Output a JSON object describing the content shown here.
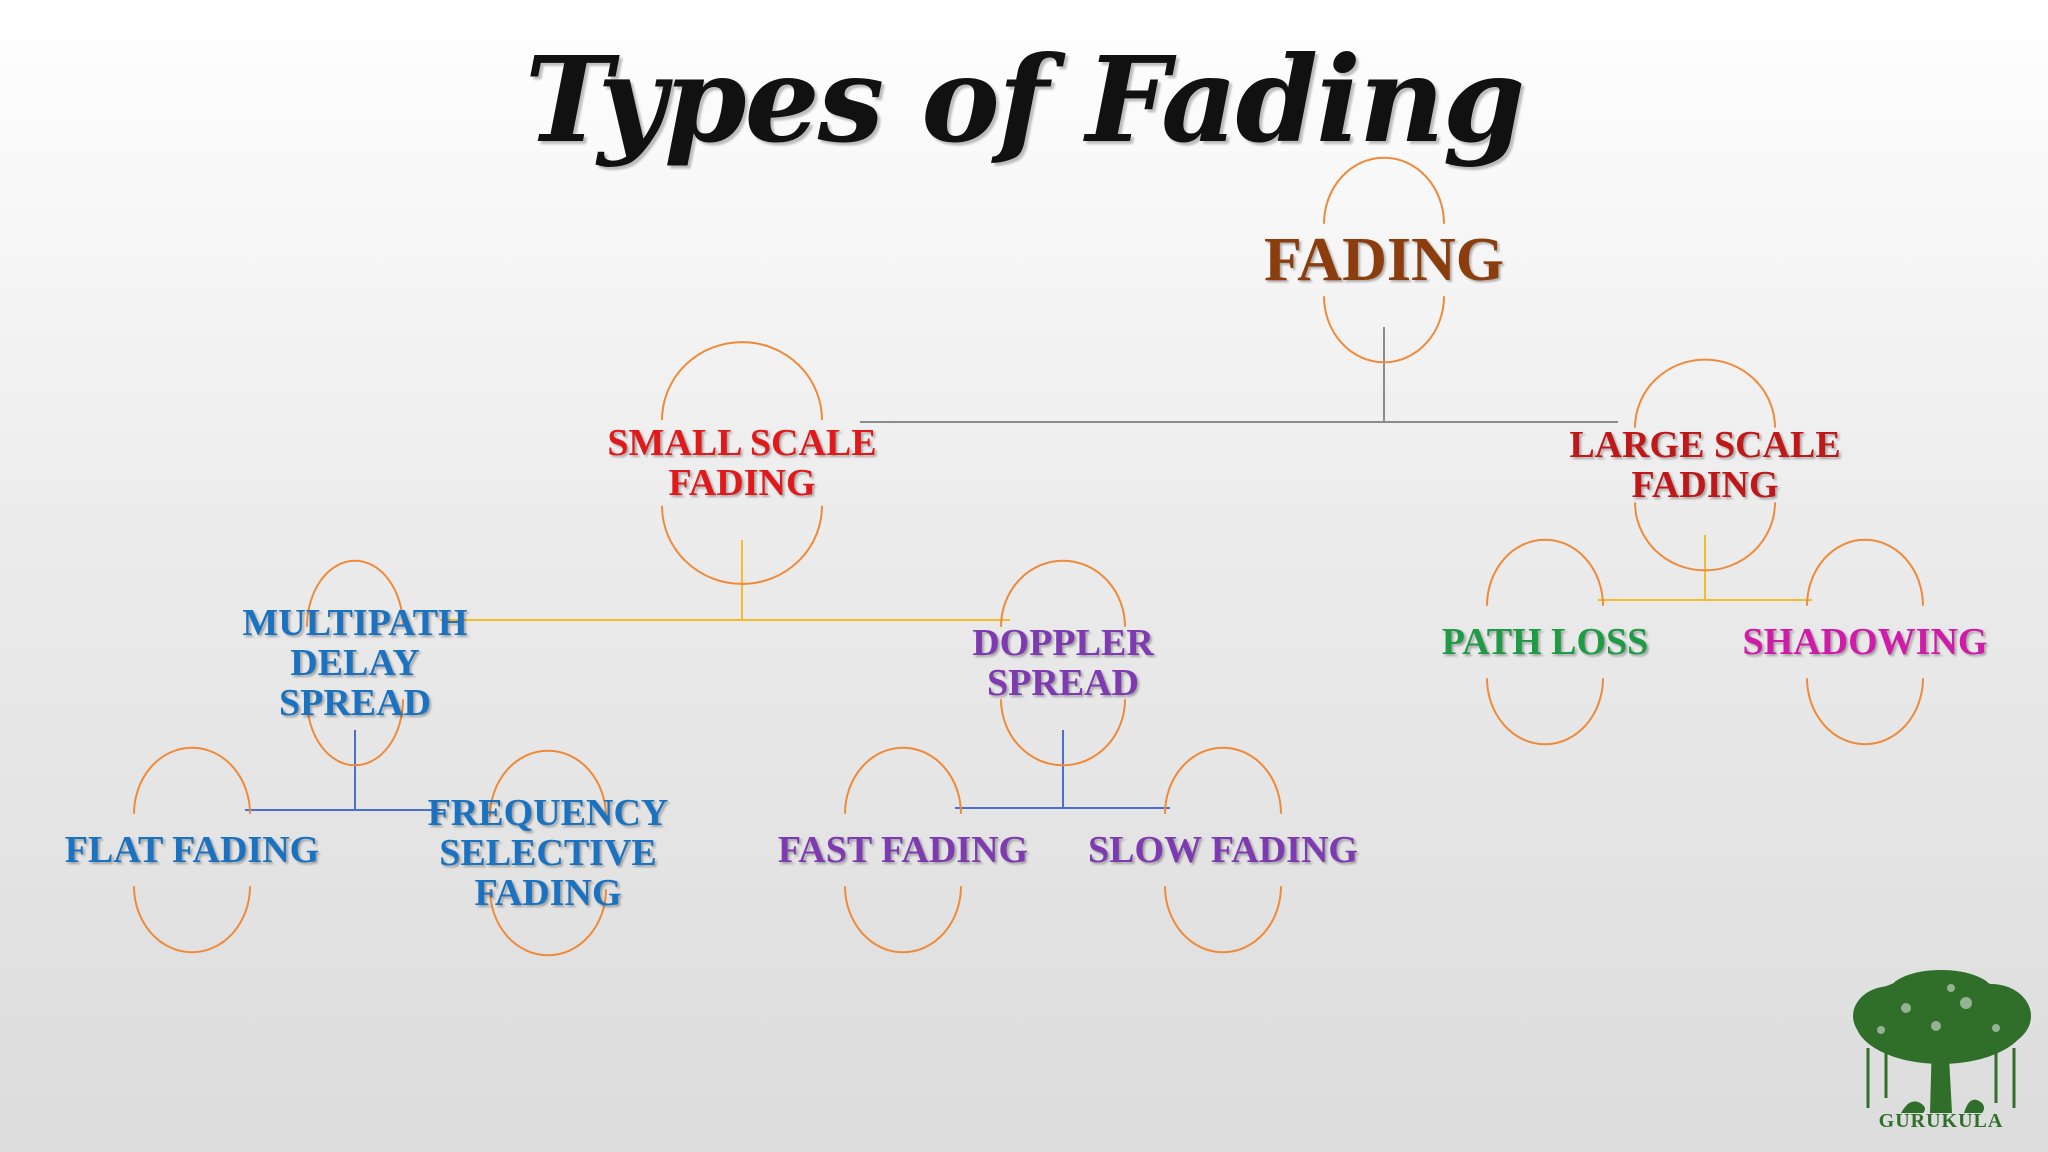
{
  "title": "Types of Fading",
  "colors": {
    "arc": "#ee8a3a",
    "root_connector": "#8c8c8c",
    "small_scale_connector": "#f3bb2e",
    "multipath_connector": "#4a6fd1",
    "doppler_connector": "#4a6fd1",
    "large_scale_connector": "#f3bb2e",
    "root_text": "#8b3d0e",
    "scale_text": "#e01a1a",
    "large_scale_text": "#c01818",
    "blue_text": "#1a72c0",
    "purple_text": "#7e3ab0",
    "green_text": "#1f9a45",
    "magenta_text": "#d01aa8",
    "logo_green": "#2f6f2a"
  },
  "nodes": {
    "root": {
      "lines": [
        "FADING"
      ],
      "color": "#8b3d0e"
    },
    "small_scale": {
      "lines": [
        "SMALL SCALE",
        "FADING"
      ],
      "color": "#e01a1a"
    },
    "large_scale": {
      "lines": [
        "LARGE SCALE",
        "FADING"
      ],
      "color": "#c01818"
    },
    "multipath": {
      "lines": [
        "MULTIPATH",
        "DELAY",
        "SPREAD"
      ],
      "color": "#1a72c0"
    },
    "doppler": {
      "lines": [
        "DOPPLER",
        "SPREAD"
      ],
      "color": "#7e3ab0"
    },
    "path_loss": {
      "lines": [
        "PATH LOSS"
      ],
      "color": "#1f9a45"
    },
    "shadowing": {
      "lines": [
        "SHADOWING"
      ],
      "color": "#d01aa8"
    },
    "flat": {
      "lines": [
        "FLAT FADING"
      ],
      "color": "#1a72c0"
    },
    "frequency": {
      "lines": [
        "FREQUENCY",
        "SELECTIVE",
        "FADING"
      ],
      "color": "#1a72c0"
    },
    "fast": {
      "lines": [
        "FAST FADING"
      ],
      "color": "#7e3ab0"
    },
    "slow": {
      "lines": [
        "SLOW FADING"
      ],
      "color": "#7e3ab0"
    }
  },
  "logo": {
    "text": "GURUKULA"
  }
}
